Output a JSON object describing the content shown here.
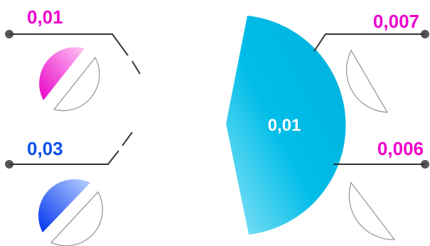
{
  "labels": {
    "top_left": "0,01",
    "bottom_left": "0,03",
    "top_right": "0,007",
    "bottom_right": "0,006",
    "center": "0,01"
  },
  "colors": {
    "magenta": "#ee00cc",
    "blue": "#0a4fe6",
    "cyan": "#00b8e6",
    "connector": "#333333",
    "outline": "#999999"
  }
}
